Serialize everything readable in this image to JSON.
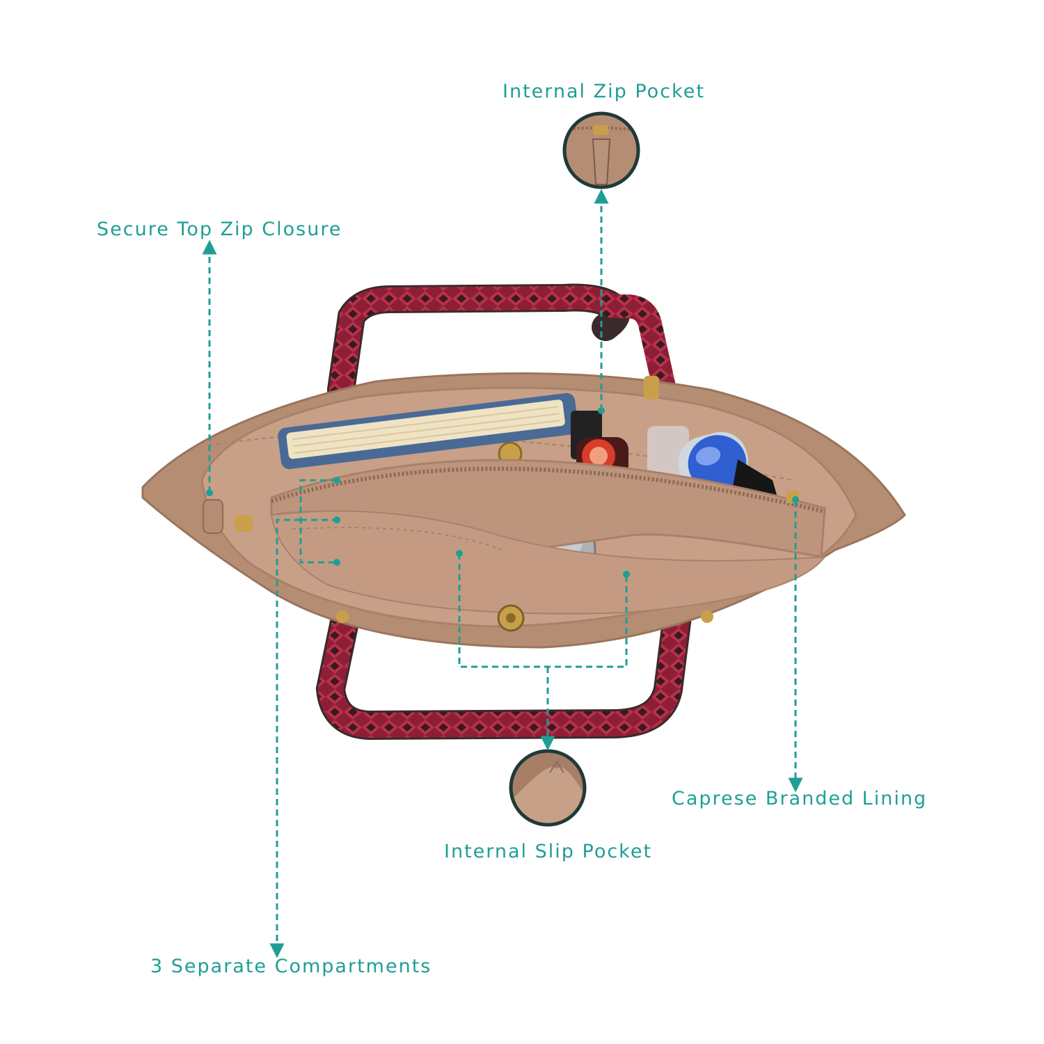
{
  "callouts": {
    "internal_zip_pocket": "Internal Zip Pocket",
    "secure_top_zip": "Secure Top Zip Closure",
    "three_compartments": "3 Separate Compartments",
    "internal_slip_pocket": "Internal Slip Pocket",
    "branded_lining": "Caprese Branded Lining"
  },
  "colors": {
    "accent": "#1f9e95",
    "bag": "#b58d73",
    "lining": "#c8a087",
    "strap": "#8c1f35",
    "gold": "#c9a04a"
  }
}
